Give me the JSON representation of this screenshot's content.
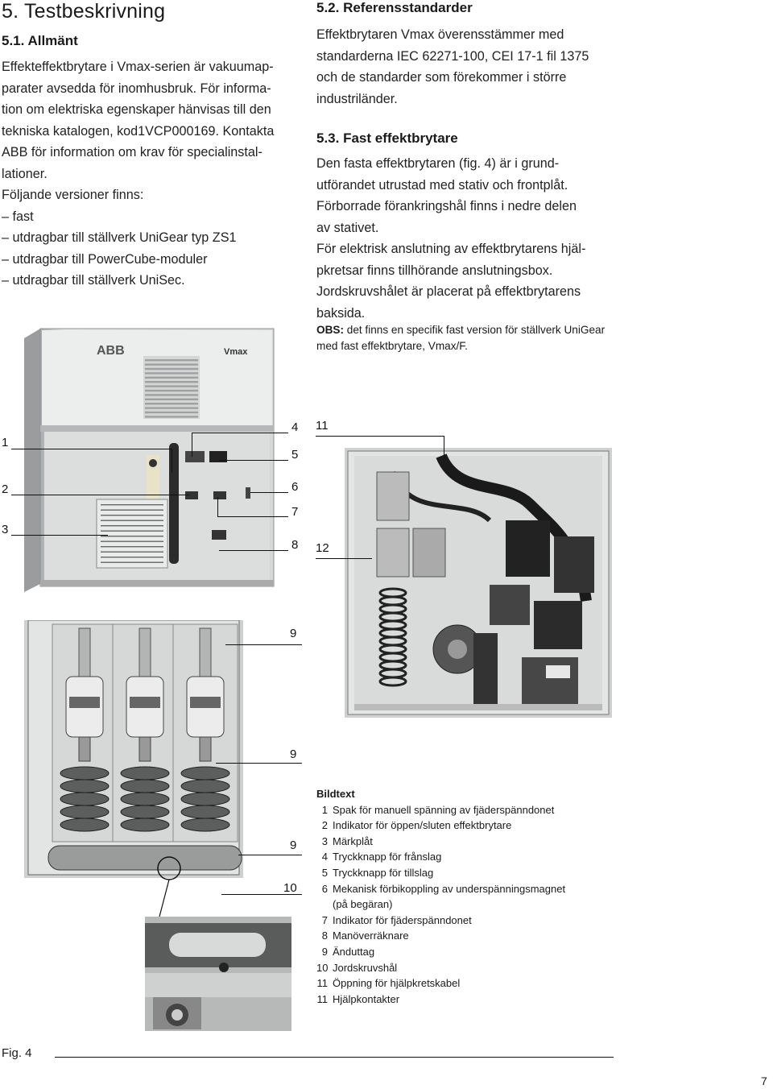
{
  "section": {
    "title": "5. Testbeskrivning"
  },
  "general": {
    "heading": "5.1. Allmänt",
    "lines": [
      "Effekteffektbrytare i Vmax-serien är vakuumap-",
      "parater avsedda för inomhusbruk. För informa-",
      "tion om elektriska egenskaper hänvisas till den",
      "tekniska katalogen, kod1VCP000169. Kontakta",
      "ABB för information om krav för specialinstal-",
      "lationer."
    ],
    "versions_intro": "Följande versioner finns:",
    "versions": [
      "– fast",
      "– utdragbar till ställverk UniGear typ ZS1",
      "– utdragbar till PowerCube-moduler",
      "– utdragbar till ställverk UniSec."
    ]
  },
  "standards": {
    "heading": "5.2. Referensstandarder",
    "lines": [
      "Effektbrytaren Vmax överensstämmer med",
      "standarderna IEC 62271-100, CEI 17-1 fil 1375",
      "och de standarder som förekommer i större",
      "industriländer."
    ]
  },
  "fixed": {
    "heading": "5.3. Fast effektbrytare",
    "lines": [
      "Den fasta effektbrytaren (fig. 4) är i grund-",
      "utförandet utrustad med stativ och frontplåt.",
      "Förborrade förankringshål finns i nedre delen",
      "av stativet.",
      "För elektrisk anslutning av effektbrytarens hjäl-",
      "pkretsar finns tillhörande anslutningsbox.",
      "Jordskruvshålet är placerat på effektbrytarens",
      "baksida."
    ],
    "note_label": "OBS:",
    "note_line1": " det finns en specifik fast version för ställverk UniGear",
    "note_line2": "med fast effektbrytare, Vmax/F."
  },
  "photo_front": {
    "brand": "ABB",
    "model": "Vmax"
  },
  "callouts": {
    "n1": "1",
    "n2": "2",
    "n3": "3",
    "n4": "4",
    "n5": "5",
    "n6": "6",
    "n7": "7",
    "n8": "8",
    "n9a": "9",
    "n9b": "9",
    "n9c": "9",
    "n10": "10",
    "n11": "11",
    "n12": "12"
  },
  "caption": {
    "title": "Bildtext",
    "items": [
      {
        "num": "1",
        "text": "Spak för manuell spänning av fjäderspänndonet"
      },
      {
        "num": "2",
        "text": "Indikator för öppen/sluten effektbrytare"
      },
      {
        "num": "3",
        "text": "Märkplåt"
      },
      {
        "num": "4",
        "text": "Tryckknapp för frånslag"
      },
      {
        "num": "5",
        "text": "Tryckknapp för tillslag"
      },
      {
        "num": "6",
        "text": "Mekanisk förbikoppling av underspänningsmagnet"
      },
      {
        "num": "",
        "text": "(på begäran)"
      },
      {
        "num": "7",
        "text": "Indikator för fjäderspänndonet"
      },
      {
        "num": "8",
        "text": "Manöverräknare"
      },
      {
        "num": "9",
        "text": "Änduttag"
      },
      {
        "num": "10",
        "text": "Jordskruvshål"
      },
      {
        "num": "11",
        "text": "Öppning för hjälpkretskabel"
      },
      {
        "num": "11",
        "text": "Hjälpkontakter"
      }
    ]
  },
  "figure": {
    "label": "Fig. 4"
  },
  "page": {
    "number": "7"
  }
}
